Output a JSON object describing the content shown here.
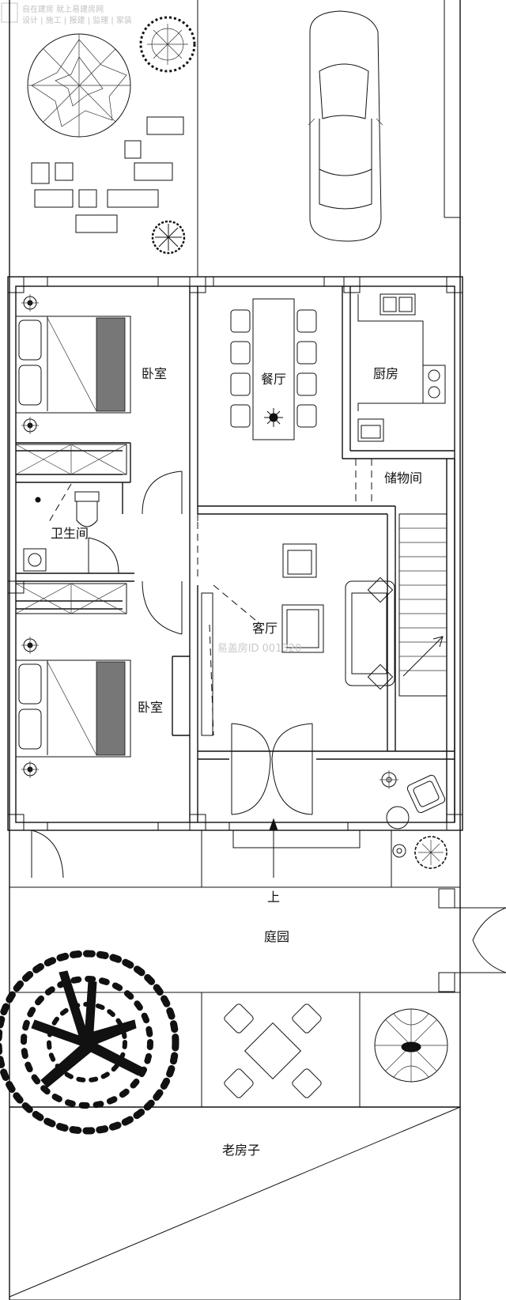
{
  "watermark_logo": {
    "line1": "自在建房 就上易建房网",
    "line2": "设计 | 施工 | 报建 | 监理 | 家装"
  },
  "watermark_id": "易盖房ID 001320",
  "rooms": {
    "bedroom_top": "卧室",
    "dining": "餐厅",
    "kitchen": "厨房",
    "storage": "储物间",
    "bathroom": "卫生间",
    "living": "客厅",
    "bedroom_bottom": "卧室",
    "garden": "庭园",
    "old_house": "老房子"
  },
  "stair_mark": "上"
}
